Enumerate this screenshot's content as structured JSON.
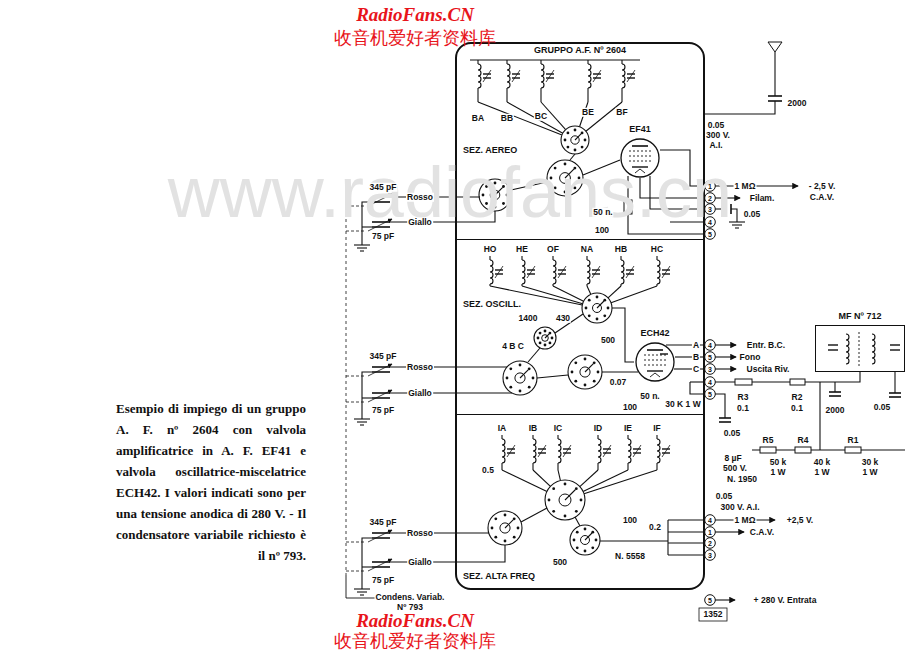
{
  "diagram": {
    "caption": "Esempio di impiego di un gruppo A. F. nº 2604 con valvola amplificatrice in A. F. EF41 e valvola oscillatrice-miscelatrice ECH42. I valori indicati sono per una tensione anodica di 280 V. - Il condensatore variabile richiesto è il nº 793.",
    "nodes": [
      {
        "text": [
          "GRUPPO A.F. Nº 2604"
        ]
      },
      {
        "text": [
          "SEZ. AEREO"
        ],
        "in": 0
      },
      {
        "text": [
          "SEZ. OSCILL."
        ],
        "in": 0
      },
      {
        "text": [
          "SEZ. ALTA FREQ"
        ],
        "in": 0
      },
      {
        "text": [
          "EF41"
        ],
        "in": 1
      },
      {
        "text": [
          "ECH42"
        ],
        "in": 2
      },
      {
        "text": [
          "MF Nº 712"
        ]
      }
    ],
    "labels": [
      "RadioFans.CN",
      "收音机爱好者资料库",
      "www.radiofans.cn",
      "BA",
      "BB",
      "BC",
      "BE",
      "BF",
      "0.05",
      "300 V.",
      "A.I.",
      "2000",
      "1 MΩ",
      "- 2,5 V.",
      "Filam.",
      "C.A.V.",
      "0.05",
      "345 pF",
      "Rosso",
      "Giallo",
      "75 pF",
      "50 n.",
      "100",
      "1",
      "2",
      "3",
      "4",
      "5",
      "HO",
      "HE",
      "OF",
      "NA",
      "HB",
      "HC",
      "1400",
      "430",
      "4 B C",
      "345 pF",
      "Rosso",
      "Giallo",
      "75 pF",
      "500",
      "0.07",
      "100",
      "30 K 1 W",
      "50 n.",
      "A",
      "B",
      "C",
      "4",
      "5",
      "3",
      "4",
      "5",
      "Entr. B.C.",
      "Fono",
      "Uscita Riv.",
      "R3",
      "0.1",
      "R2",
      "0.1",
      "2000",
      "0.05",
      "0.05",
      "R5",
      "R4",
      "R1",
      "8 µF",
      "500 V.",
      "N. 1950",
      "50 k",
      "1 W",
      "40 k",
      "1 W",
      "30 k",
      "1 W",
      "IA",
      "IB",
      "IC",
      "ID",
      "IE",
      "IF",
      "0.5",
      "345 pF",
      "Rosso",
      "Giallo",
      "75 pF",
      "500",
      "100",
      "0.2",
      "N. 5558",
      "0.05",
      "300 V. A.I.",
      "1 MΩ",
      "+2,5 V.",
      "C.A.V.",
      "4",
      "1",
      "2",
      "3",
      "5",
      "+ 280 V. Entrata",
      "1352",
      "Condens. Variab.",
      "Nº 793",
      "RadioFans.CN",
      "收音机爱好者资料库"
    ]
  }
}
